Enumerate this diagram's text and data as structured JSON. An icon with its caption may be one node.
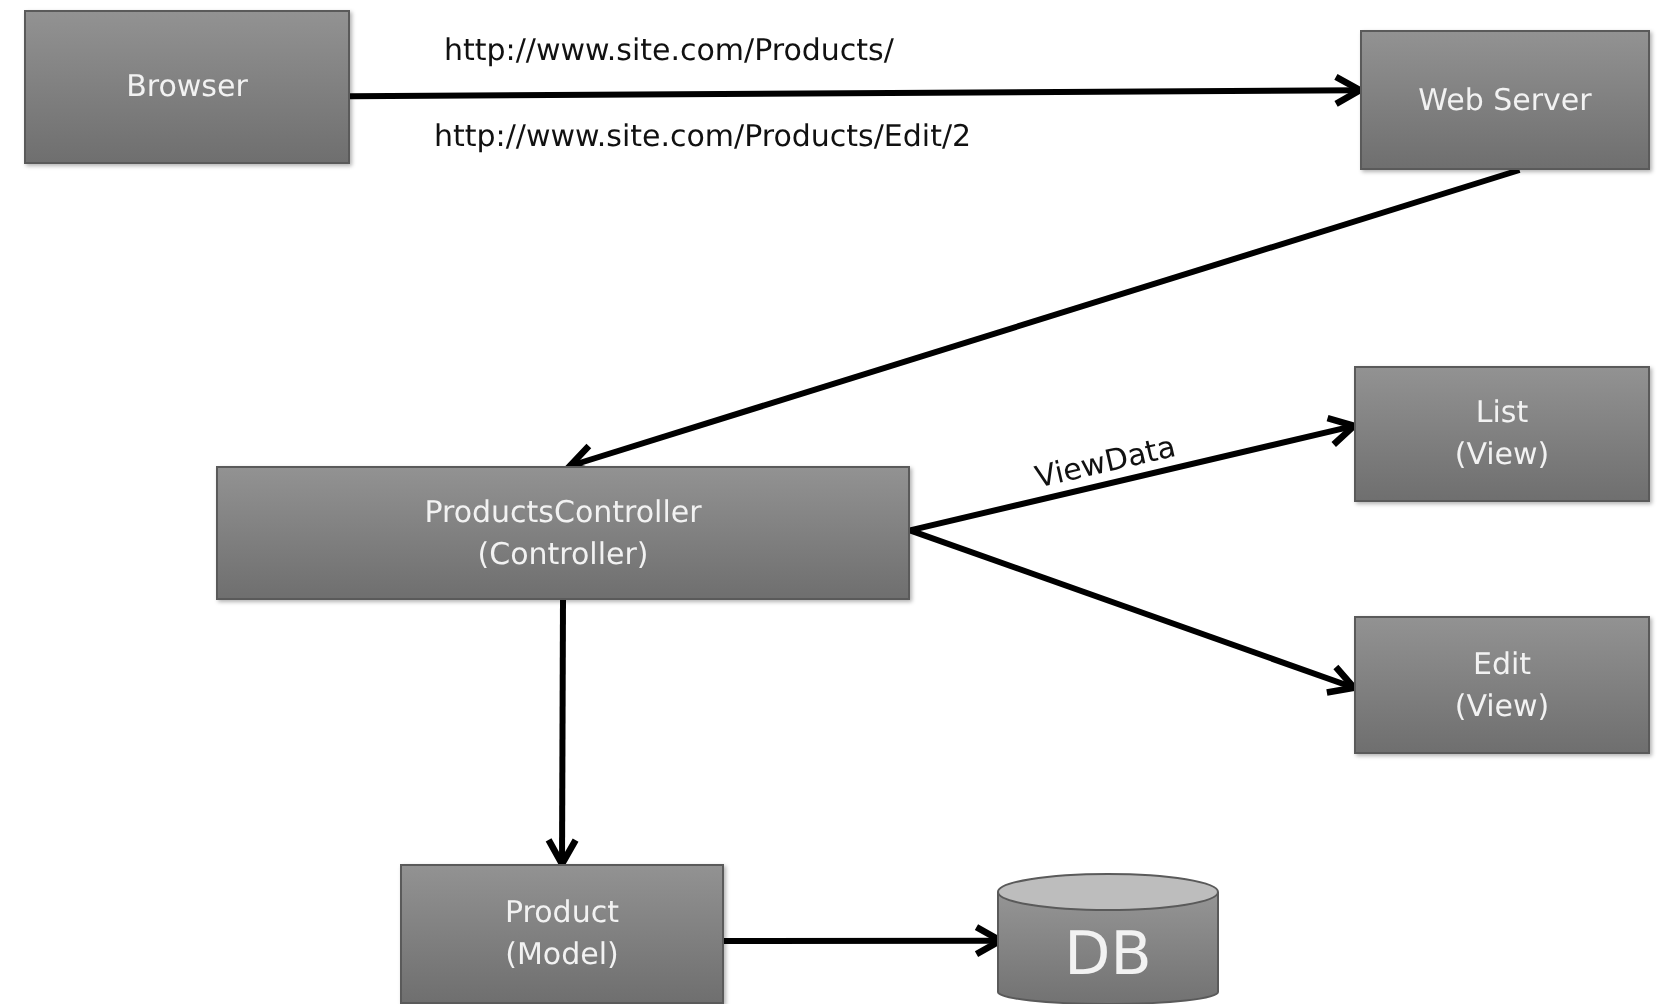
{
  "diagram": {
    "nodes": [
      {
        "text": [
          "Browser"
        ]
      },
      {
        "text": [
          "Web Server"
        ]
      },
      {
        "text": [
          "ProductsController (Controller)"
        ]
      },
      {
        "text": [
          "List (View)"
        ]
      },
      {
        "text": [
          "Edit (View)"
        ]
      },
      {
        "text": [
          "Product (Model)"
        ]
      },
      {
        "text": [
          "DB"
        ]
      }
    ],
    "edges": [
      {
        "from": 0,
        "to": 1,
        "arrow": "to",
        "label": "http://www.site.com/Products/"
      },
      {
        "from": 1,
        "to": 2,
        "arrow": "to"
      },
      {
        "from": 2,
        "to": 3,
        "arrow": "to",
        "label": "ViewData"
      },
      {
        "from": 2,
        "to": 4,
        "arrow": "to"
      },
      {
        "from": 2,
        "to": 5,
        "arrow": "to"
      },
      {
        "from": 5,
        "to": 6,
        "arrow": "to"
      }
    ],
    "labels": [
      "http://www.site.com/Products/Edit/2"
    ]
  }
}
